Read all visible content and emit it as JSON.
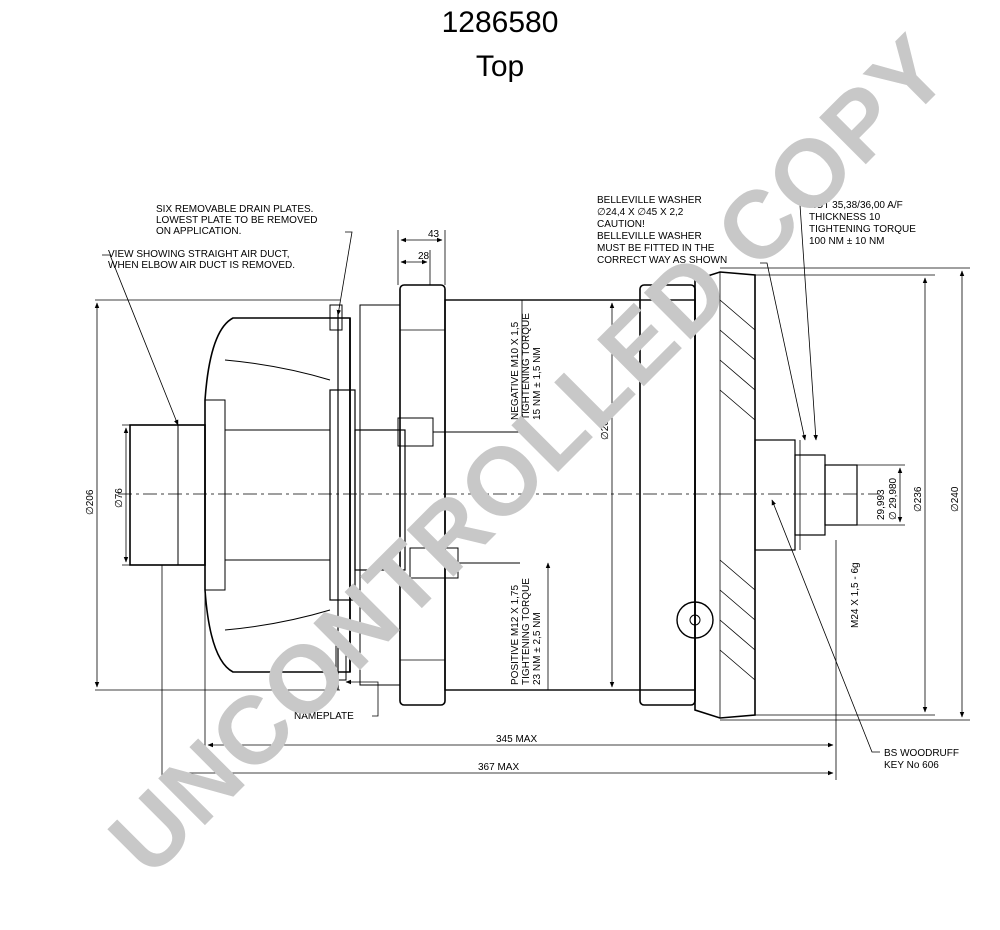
{
  "header": {
    "part_number": "1286580",
    "view": "Top"
  },
  "notes": {
    "drain_plates": [
      "SIX REMOVABLE DRAIN PLATES.",
      "LOWEST PLATE TO BE REMOVED",
      "ON APPLICATION."
    ],
    "air_duct": [
      "VIEW SHOWING STRAIGHT AIR DUCT,",
      "WHEN ELBOW AIR DUCT IS REMOVED."
    ],
    "washer": [
      "BELLEVILLE WASHER",
      "∅24,4 X ∅45 X 2,2",
      "CAUTION!",
      "BELLEVILLE WASHER",
      "MUST BE FITTED IN THE",
      "CORRECT WAY AS SHOWN"
    ],
    "nut": [
      "NUT 35,38/36,00 A/F",
      "THICKNESS 10",
      "TIGHTENING TORQUE",
      "100 NM ± 10 NM"
    ],
    "negative": [
      "NEGATIVE M10 X 1,5",
      "TIGHTENING TORQUE",
      "15 NM ± 1,5 NM"
    ],
    "positive": [
      "POSITIVE M12 X 1,75",
      "TIGHTENING TORQUE",
      "23 NM ± 2,5 NM"
    ],
    "nameplate": "NAMEPLATE",
    "woodruff": [
      "BS WOODRUFF",
      "KEY No 606"
    ]
  },
  "dimensions": {
    "d43": "43",
    "d28": "28",
    "phi206_left": "∅206",
    "phi76": "∅76",
    "phi206_mid": "∅206",
    "shaft": [
      "29,993",
      "∅ 29,980"
    ],
    "phi236": "∅236",
    "phi240": "∅240",
    "thread": "M24 X 1,5 - 6g",
    "max345": "345 MAX",
    "max367": "367 MAX"
  },
  "watermark": "UNCONTROLLED COPY"
}
